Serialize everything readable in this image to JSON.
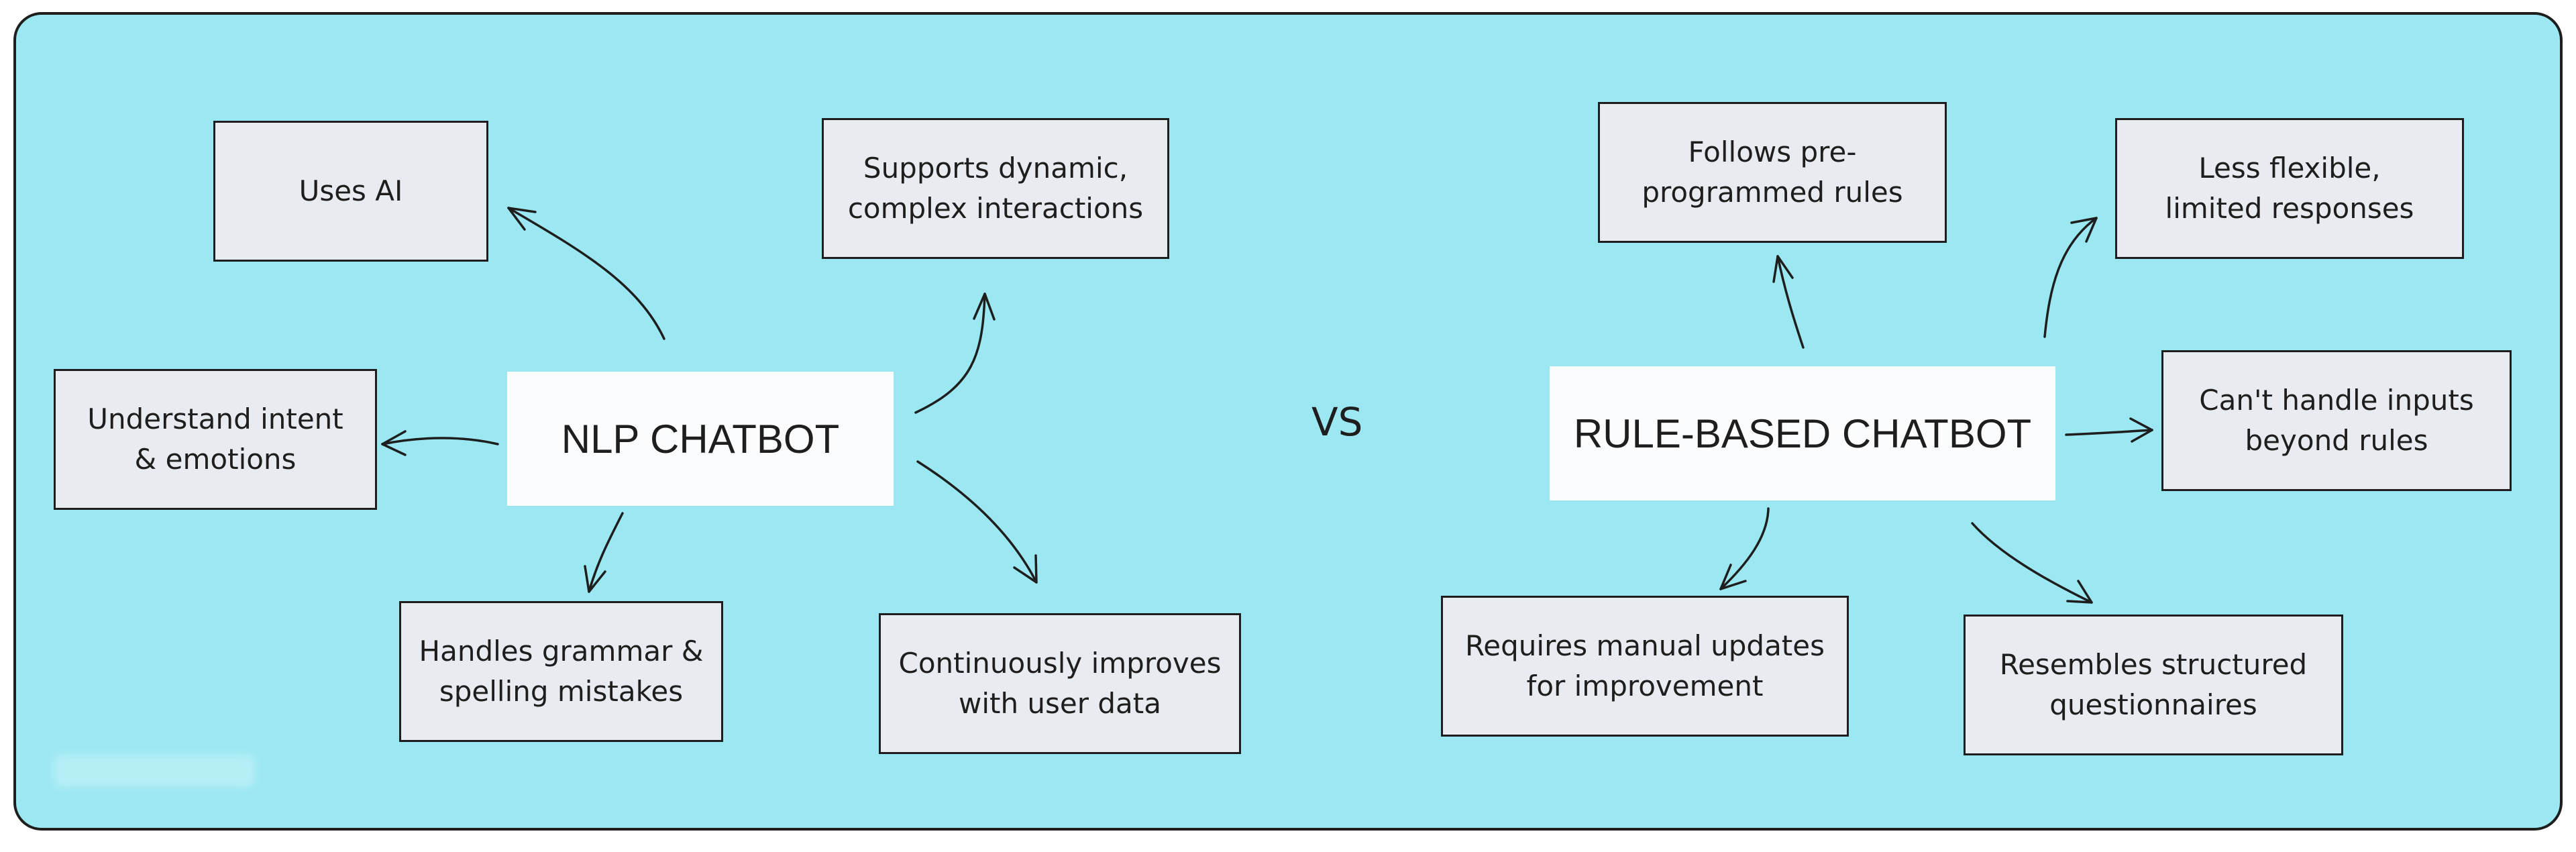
{
  "colors": {
    "panel_bg": "#9ce8f2",
    "box_bg": "#e8ebef",
    "hub_bg": "#fafcfd",
    "stroke": "#1e1e1e"
  },
  "separator": "VS",
  "nlp": {
    "title": "NLP CHATBOT",
    "features": {
      "uses_ai": "Uses AI",
      "dynamic": "Supports dynamic,\ncomplex interactions",
      "intent": "Understand intent\n& emotions",
      "grammar": "Handles grammar &\nspelling mistakes",
      "improves": "Continuously improves\nwith user data"
    }
  },
  "rule": {
    "title": "RULE-BASED CHATBOT",
    "features": {
      "preprogrammed": "Follows pre-\nprogrammed rules",
      "flexible": "Less flexible,\nlimited responses",
      "inputs": "Can't handle inputs\nbeyond rules",
      "manual": "Requires manual updates\nfor improvement",
      "structured": "Resembles structured\nquestionnaires"
    }
  }
}
